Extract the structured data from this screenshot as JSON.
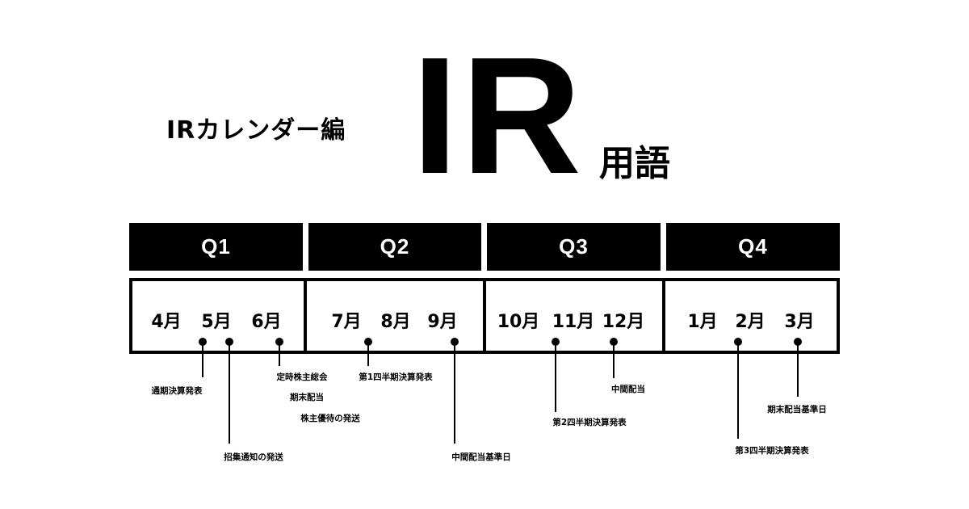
{
  "title": {
    "subtitle": "IRカレンダー編",
    "main": "IR",
    "suffix": "用語"
  },
  "quarters": [
    "Q1",
    "Q2",
    "Q3",
    "Q4"
  ],
  "months": [
    "4月",
    "5月",
    "6月",
    "7月",
    "8月",
    "9月",
    "10月",
    "11月",
    "12月",
    "1月",
    "2月",
    "3月"
  ],
  "events": {
    "full_year_results": "通期決算発表",
    "meeting_notice": "招集通知の発送",
    "agm": "定時株主総会",
    "year_end_dividend": "期末配当",
    "shareholder_benefits": "株主優待の発送",
    "q1_results": "第1四半期決算発表",
    "interim_dividend_record_date": "中間配当基準日",
    "q2_results": "第2四半期決算発表",
    "interim_dividend": "中間配当",
    "q3_results": "第3四半期決算発表",
    "year_end_dividend_record_date": "期末配当基準日"
  }
}
